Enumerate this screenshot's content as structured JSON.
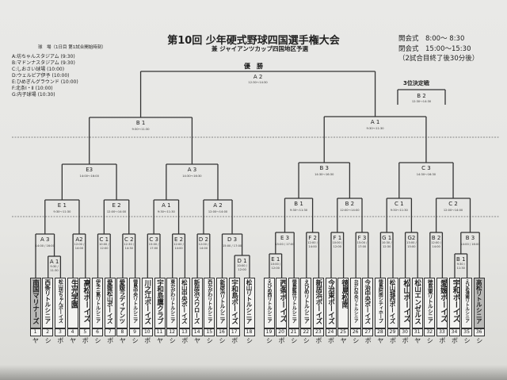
{
  "header": {
    "title": "第10回 少年硬式野球四国選手権大会",
    "subtitle": "兼 ジャイアンツカップ四国地区予選",
    "opening": "開会式　8:00～ 8:30",
    "closing": "閉会式　15:00～15:30",
    "closing_note": "（2試合目終了後30分後）"
  },
  "venues": {
    "heading": "球　場（1日目 第1試合開始時刻）",
    "items": [
      "A:坊ちゃんスタジアム (9:30)",
      "B:マドンナスタジアム (9:30)",
      "C:しおさい球場 (10:00)",
      "D:ウェルピア伊予 (10:00)",
      "E:ひめぎんグラウンド (10:00)",
      "F:北条Ⅰ・Ⅱ (10:00)",
      "G:内子球場 (10:30)"
    ]
  },
  "final": {
    "heading": "優　勝",
    "label": "A 2",
    "time": "12:30～14:30"
  },
  "third_place": {
    "heading": "3位決定戦",
    "label": "B 2",
    "time": "12:30～14:30"
  },
  "matches": {
    "L_A1": {
      "label": "A 1",
      "time": "9:30 / 11:30"
    },
    "L_A3": {
      "label": "A 3",
      "time": "14:00 / 16:00"
    },
    "L_A2": {
      "label": "A2",
      "time": "12:00 / 14:00"
    },
    "L_C1": {
      "label": "C 1",
      "time": "10:00 / 12:00"
    },
    "L_C2": {
      "label": "C 2",
      "time": "12:30 / 14:30"
    },
    "L_C3": {
      "label": "C 3",
      "time": "15:00 / 17:00"
    },
    "L_E2a": {
      "label": "E 2",
      "time": "12:00 / 14:00"
    },
    "L_D2": {
      "label": "D 2",
      "time": "12:00 / 14:00"
    },
    "L_D1": {
      "label": "D 1",
      "time": "10:00 / 12:00"
    },
    "L_D3": {
      "label": "D 3",
      "time": "15:00 / 17:00"
    },
    "L_E1": {
      "label": "E 1",
      "time": "9:30～11:30"
    },
    "L_E2": {
      "label": "E 2",
      "time": "12:00～14:00"
    },
    "L_A1b": {
      "label": "A 1",
      "time": "9:30～11:30"
    },
    "L_A2b": {
      "label": "A 2",
      "time": "12:00～14:00"
    },
    "L_E3": {
      "label": "E3",
      "time": "14:00～16:00"
    },
    "L_A3b": {
      "label": "A 3",
      "time": "14:30～16:30"
    },
    "L_B1": {
      "label": "B 1",
      "time": "9:30～11:30"
    },
    "R_E1": {
      "label": "E 1",
      "time": "10:00 / 12:00"
    },
    "R_E3": {
      "label": "E 3",
      "time": "15:00 / 17:00"
    },
    "R_F2": {
      "label": "F 2",
      "time": "12:00 / 14:00"
    },
    "R_F1": {
      "label": "F 1",
      "time": "10:00 / 12:00"
    },
    "R_F3": {
      "label": "F 3",
      "time": "15:00 / 17:00"
    },
    "R_G1": {
      "label": "G 1",
      "time": "10:30 / 12:30"
    },
    "R_G2": {
      "label": "G2",
      "time": "13:00 / 15:00"
    },
    "R_B2": {
      "label": "B 2",
      "time": "12:00 / 14:00"
    },
    "R_B1": {
      "label": "B 1",
      "time": "9:30 / 11:30"
    },
    "R_B3": {
      "label": "B 3",
      "time": "14:00 / 16:00"
    },
    "R_B1b": {
      "label": "B 1",
      "time": "9:30～11:30"
    },
    "R_B2b": {
      "label": "B 2",
      "time": "12:00～14:00"
    },
    "R_C1": {
      "label": "C 1",
      "time": "9:30～11:30"
    },
    "R_C2": {
      "label": "C 2",
      "time": "12:00～14:00"
    },
    "R_B3b": {
      "label": "B 3",
      "time": "14:30～16:30"
    },
    "R_C3": {
      "label": "C 3",
      "time": "14:30～16:30"
    },
    "R_A1": {
      "label": "A 1",
      "time": "9:30～11:30"
    }
  },
  "teams": [
    {
      "num": "1",
      "name": "南国マリナーズ",
      "league": "ヤ",
      "shaded": true
    },
    {
      "num": "2",
      "name": "西条リトルシニア",
      "league": "シ"
    },
    {
      "num": "3",
      "name": "松山坊ちゃんボーイズ",
      "league": "ボ"
    },
    {
      "num": "4",
      "name": "生光学園",
      "league": "ヤ"
    },
    {
      "num": "5",
      "name": "高松ボーイズ",
      "league": "ボ"
    },
    {
      "num": "6",
      "name": "伊予三島リトルシニア",
      "league": "シ"
    },
    {
      "num": "7",
      "name": "愛媛松山ボーイズ",
      "league": "ボ"
    },
    {
      "num": "8",
      "name": "愛媛ラディアンツ",
      "league": "ヤ"
    },
    {
      "num": "9",
      "name": "徳島中央リトルシニア",
      "league": "シ"
    },
    {
      "num": "10",
      "name": "川之江ボーイズ",
      "league": "ボ"
    },
    {
      "num": "11",
      "name": "宇和島鷹クラブ",
      "league": "ヤ"
    },
    {
      "num": "12",
      "name": "東かがわリトルシニア",
      "league": "シ"
    },
    {
      "num": "13",
      "name": "松山中央ボーイズ",
      "league": "ボ"
    },
    {
      "num": "14",
      "name": "新居浜スワローズ",
      "league": "ヤ"
    },
    {
      "num": "15",
      "name": "西かがわリトルシニア",
      "league": "シ"
    },
    {
      "num": "16",
      "name": "新居浜リトルシニア",
      "league": "シ"
    },
    {
      "num": "17",
      "name": "宇和島ボーイズ",
      "league": "ボ"
    },
    {
      "num": "18",
      "name": "松山リトルシニア",
      "league": "シ"
    },
    {
      "num": "19",
      "name": "えひめ西リトルシニア",
      "league": "シ"
    },
    {
      "num": "20",
      "name": "西条ボーイズ",
      "league": "ボ"
    },
    {
      "num": "21",
      "name": "徳島藍住リトルシニア",
      "league": "シ"
    },
    {
      "num": "22",
      "name": "えひめリトルシニア",
      "league": "シ"
    },
    {
      "num": "23",
      "name": "新居浜ボーイズ",
      "league": "ボ"
    },
    {
      "num": "24",
      "name": "今治東ボーイズ",
      "league": "ボ"
    },
    {
      "num": "25",
      "name": "徳島松南",
      "league": "ヤ"
    },
    {
      "num": "26",
      "name": "かがわ中央リトルシニア",
      "league": "シ"
    },
    {
      "num": "27",
      "name": "今治中央ボーイズ",
      "league": "ボ"
    },
    {
      "num": "28",
      "name": "徳島阿南シティホープ",
      "league": "ヤ"
    },
    {
      "num": "29",
      "name": "松山城西ボーイズ",
      "league": "ボ"
    },
    {
      "num": "30",
      "name": "松山ボーイズ",
      "league": "ボ"
    },
    {
      "num": "31",
      "name": "松山エンゼルス",
      "league": "ヤ"
    },
    {
      "num": "32",
      "name": "徳島東リトルシニア",
      "league": "シ"
    },
    {
      "num": "33",
      "name": "愛媛ボーイズ",
      "league": "ボ"
    },
    {
      "num": "34",
      "name": "宇和ボーイズ",
      "league": "ボ"
    },
    {
      "num": "35",
      "name": "えひめ港南リトルシニア",
      "league": "シ"
    },
    {
      "num": "36",
      "name": "高松リトルシニア",
      "league": "シ",
      "shaded": true
    }
  ]
}
